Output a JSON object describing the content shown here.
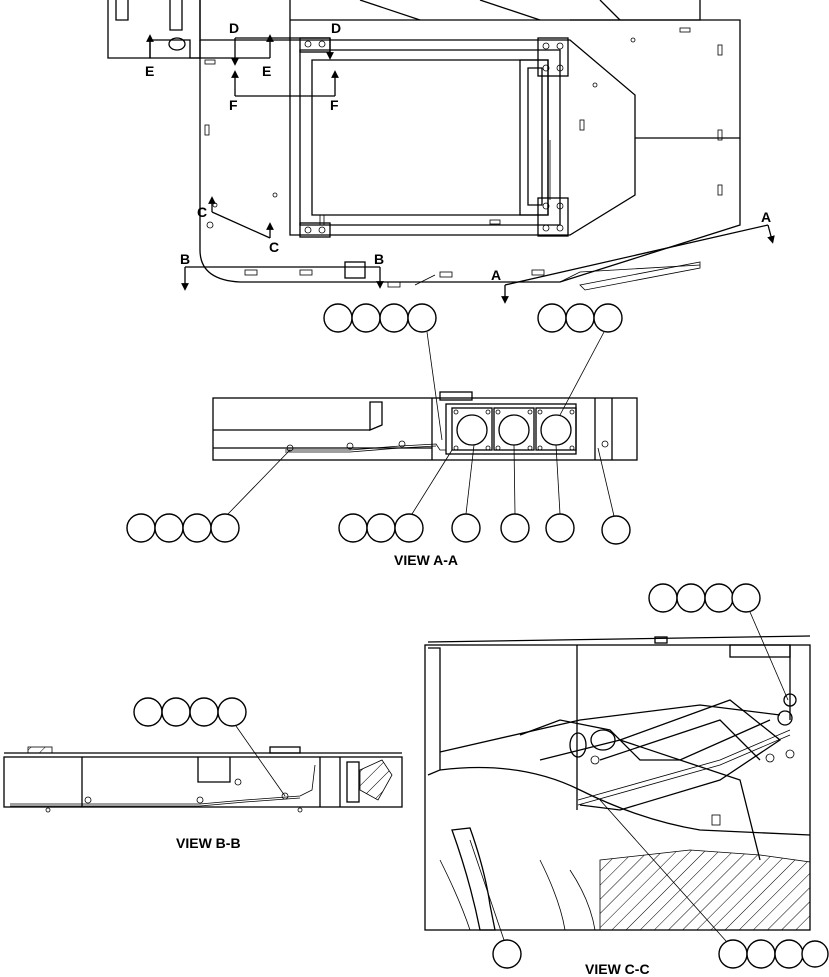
{
  "section_marks": {
    "a": "A",
    "b": "B",
    "c": "C",
    "d": "D",
    "e": "E",
    "f": "F"
  },
  "view_titles": {
    "view_aa": "VIEW A-A",
    "view_bb": "VIEW B-B",
    "view_cc": "VIEW C-C"
  }
}
